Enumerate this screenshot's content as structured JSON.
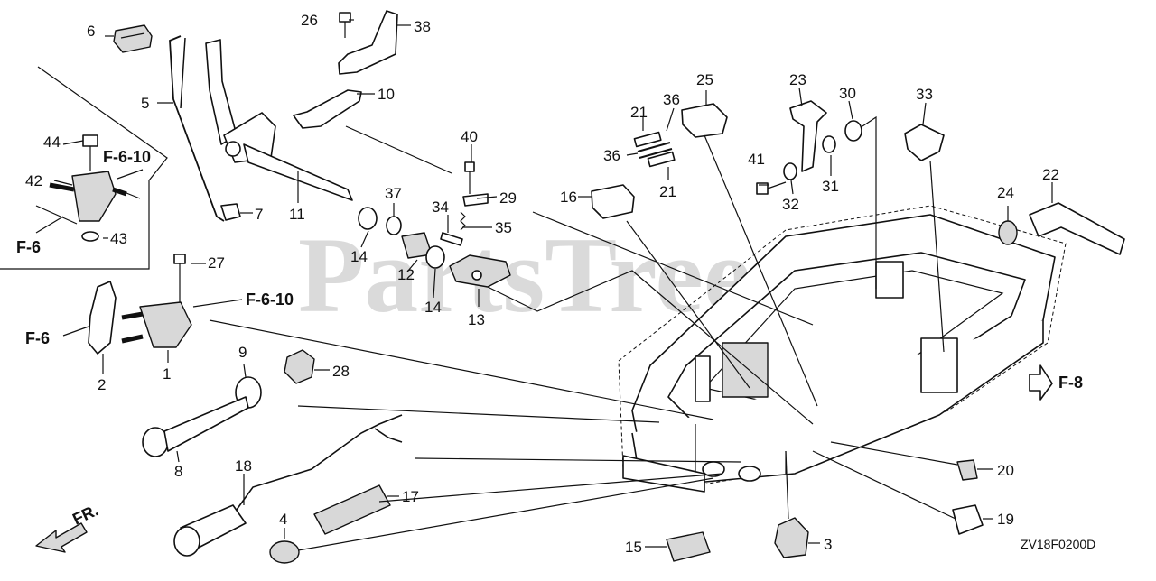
{
  "diagram": {
    "code": "ZV18F0200D",
    "watermark": "PartsTree",
    "direction_label": "FR.",
    "callouts": [
      {
        "id": "1",
        "label": "1"
      },
      {
        "id": "2",
        "label": "2"
      },
      {
        "id": "3",
        "label": "3"
      },
      {
        "id": "4",
        "label": "4"
      },
      {
        "id": "5",
        "label": "5"
      },
      {
        "id": "6",
        "label": "6"
      },
      {
        "id": "7",
        "label": "7"
      },
      {
        "id": "8",
        "label": "8"
      },
      {
        "id": "9",
        "label": "9"
      },
      {
        "id": "10",
        "label": "10"
      },
      {
        "id": "11",
        "label": "11"
      },
      {
        "id": "12",
        "label": "12"
      },
      {
        "id": "13",
        "label": "13"
      },
      {
        "id": "14a",
        "label": "14"
      },
      {
        "id": "14b",
        "label": "14"
      },
      {
        "id": "15",
        "label": "15"
      },
      {
        "id": "16",
        "label": "16"
      },
      {
        "id": "17",
        "label": "17"
      },
      {
        "id": "18",
        "label": "18"
      },
      {
        "id": "19",
        "label": "19"
      },
      {
        "id": "20",
        "label": "20"
      },
      {
        "id": "21a",
        "label": "21"
      },
      {
        "id": "21b",
        "label": "21"
      },
      {
        "id": "22",
        "label": "22"
      },
      {
        "id": "23",
        "label": "23"
      },
      {
        "id": "24",
        "label": "24"
      },
      {
        "id": "25",
        "label": "25"
      },
      {
        "id": "26",
        "label": "26"
      },
      {
        "id": "27",
        "label": "27"
      },
      {
        "id": "28",
        "label": "28"
      },
      {
        "id": "29",
        "label": "29"
      },
      {
        "id": "30",
        "label": "30"
      },
      {
        "id": "31",
        "label": "31"
      },
      {
        "id": "32",
        "label": "32"
      },
      {
        "id": "33",
        "label": "33"
      },
      {
        "id": "34",
        "label": "34"
      },
      {
        "id": "35",
        "label": "35"
      },
      {
        "id": "36a",
        "label": "36"
      },
      {
        "id": "36b",
        "label": "36"
      },
      {
        "id": "37",
        "label": "37"
      },
      {
        "id": "38",
        "label": "38"
      },
      {
        "id": "40",
        "label": "40"
      },
      {
        "id": "41",
        "label": "41"
      },
      {
        "id": "42",
        "label": "42"
      },
      {
        "id": "43",
        "label": "43"
      },
      {
        "id": "44",
        "label": "44"
      }
    ],
    "references": [
      {
        "id": "f6-10-a",
        "label": "F-6-10"
      },
      {
        "id": "f6-a",
        "label": "F-6"
      },
      {
        "id": "f6-10-b",
        "label": "F-6-10"
      },
      {
        "id": "f6-b",
        "label": "F-6"
      },
      {
        "id": "f8",
        "label": "F-8"
      }
    ]
  }
}
